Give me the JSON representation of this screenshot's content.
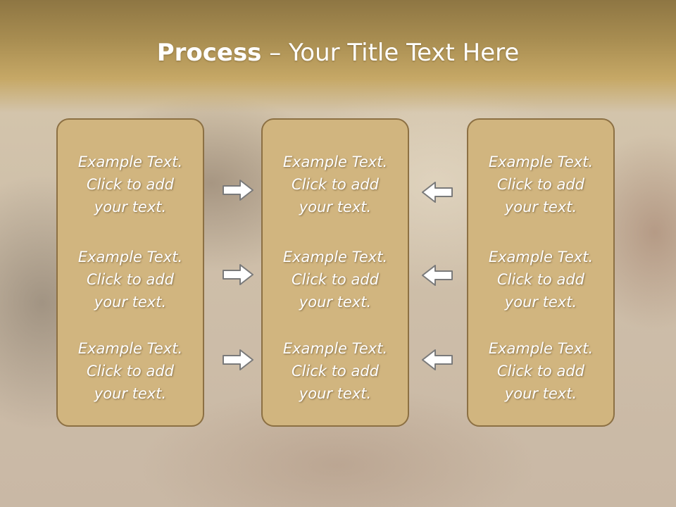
{
  "slide": {
    "title_bold": "Process",
    "title_rest": " – Your Title Text Here",
    "colors": {
      "banner": "#a88d51",
      "panel": "#d1b57f",
      "panel_border": "#8c7043",
      "arrow": "#ffffff"
    }
  },
  "panels": [
    {
      "items": [
        [
          "Example Text.",
          "Click  to add",
          "your text."
        ],
        [
          "Example Text.",
          "Click  to add",
          "your text."
        ],
        [
          "Example Text.",
          "Click  to add",
          "your text."
        ]
      ]
    },
    {
      "items": [
        [
          "Example Text.",
          "Click  to add",
          "your text."
        ],
        [
          "Example Text.",
          "Click  to add",
          "your text."
        ],
        [
          "Example Text.",
          "Click  to add",
          "your text."
        ]
      ]
    },
    {
      "items": [
        [
          "Example Text.",
          "Click  to add",
          "your text."
        ],
        [
          "Example Text.",
          "Click  to add",
          "your text."
        ],
        [
          "Example Text.",
          "Click  to add",
          "your text."
        ]
      ]
    }
  ],
  "arrows": {
    "left_column": [
      "right-arrow-icon",
      "right-arrow-icon",
      "right-arrow-icon"
    ],
    "right_column": [
      "left-arrow-icon",
      "left-arrow-icon",
      "left-arrow-icon"
    ]
  }
}
